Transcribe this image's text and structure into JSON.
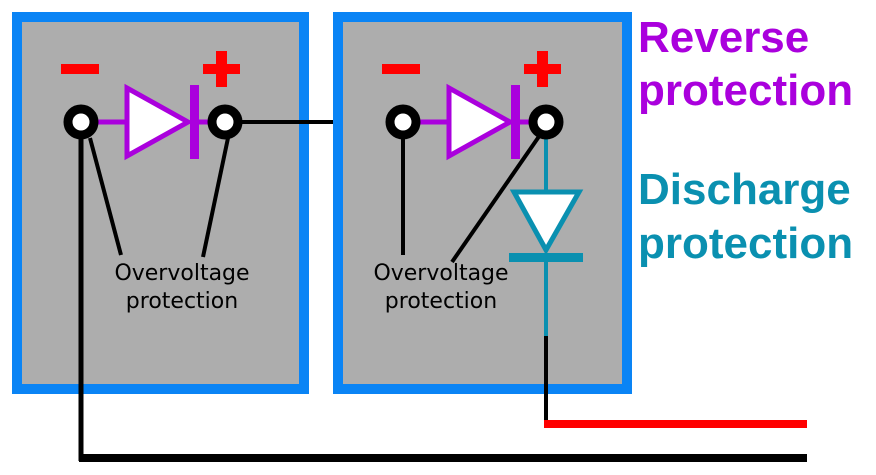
{
  "diagram": {
    "title": "Battery cell protection diagram",
    "colors": {
      "cell_border": "#0a84f5",
      "cell_fill": "#adadad",
      "reverse": "#aa00dd",
      "discharge": "#0a90b0",
      "polarity": "#ff0000",
      "wire": "#000000",
      "positive_lead": "#ff0000"
    },
    "cells": [
      {
        "id": "cell-1",
        "negative_symbol": "−",
        "positive_symbol": "+",
        "overvoltage_label_line1": "Overvoltage",
        "overvoltage_label_line2": "protection"
      },
      {
        "id": "cell-2",
        "negative_symbol": "−",
        "positive_symbol": "+",
        "overvoltage_label_line1": "Overvoltage",
        "overvoltage_label_line2": "protection"
      }
    ],
    "legend": {
      "reverse_line1": "Reverse",
      "reverse_line2": "protection",
      "discharge_line1": "Discharge",
      "discharge_line2": "protection"
    }
  }
}
